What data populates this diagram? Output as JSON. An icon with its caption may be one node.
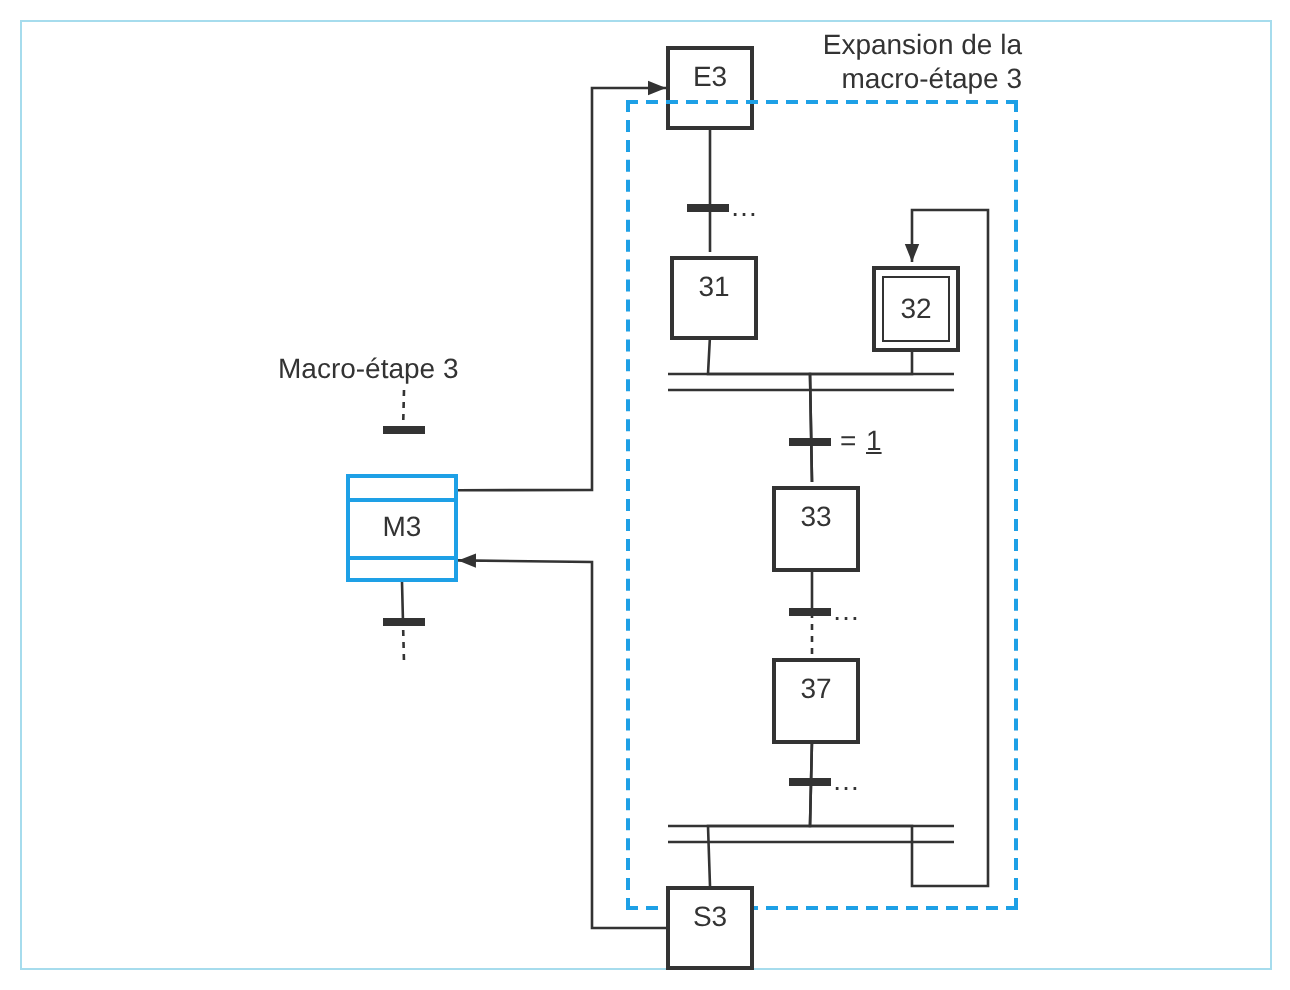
{
  "diagram": {
    "nodes": [
      {
        "text": [
          "E3"
        ]
      },
      {
        "text": [
          "Expansion de la macro-étape 3"
        ]
      },
      {
        "text": [
          "31"
        ],
        "in": 1
      },
      {
        "text": [
          "32"
        ],
        "in": 1
      },
      {
        "text": [
          "M3"
        ],
        "beside": [
          "Macro-étape 3"
        ]
      },
      {
        "text": [
          "33"
        ],
        "in": 1
      },
      {
        "text": [
          "37"
        ],
        "in": 1
      },
      {
        "text": [
          "S3"
        ]
      }
    ],
    "edges": [
      {
        "from": 4,
        "to": 0,
        "arrow": "to"
      },
      {
        "from": 7,
        "to": 4,
        "arrow": "to"
      },
      {
        "from": 0,
        "to": 2,
        "arrow": "none"
      },
      {
        "from": 2,
        "to": 5,
        "arrow": "none"
      },
      {
        "from": 3,
        "to": 5,
        "arrow": "none"
      },
      {
        "from": 5,
        "to": 6,
        "arrow": "none",
        "style": "dashed"
      },
      {
        "from": 6,
        "to": 7,
        "arrow": "none"
      },
      {
        "from": 6,
        "to": 3,
        "arrow": "to"
      },
      {
        "from": null,
        "to": 4,
        "arrow": "none",
        "style": "dashed"
      },
      {
        "from": 4,
        "to": null,
        "arrow": "none",
        "style": "dashed"
      }
    ],
    "labels": [
      "…",
      "=",
      "1",
      "…",
      "…"
    ]
  }
}
